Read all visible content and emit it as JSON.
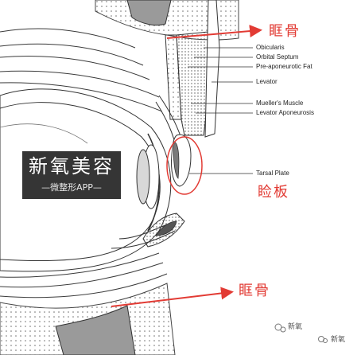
{
  "anatomy_labels": [
    "Obicularis",
    "Orbital Septum",
    "Pre-aponeurotic Fat",
    "Levator",
    "Mueller's Muscle",
    "Levator Aponeurosis",
    "Tarsal Plate"
  ],
  "annotations": {
    "orbital_bone_top": "眶骨",
    "tarsal_plate": "睑板",
    "orbital_bone_bottom": "眶骨"
  },
  "watermark": {
    "title": "新氧美容",
    "subtitle": "—微整形APP—"
  },
  "badges": {
    "left": "新氧",
    "right": "新氧"
  },
  "colors": {
    "annotation_red": "#e23b34",
    "bone_gray": "#9a9a9a",
    "line": "#333333"
  }
}
